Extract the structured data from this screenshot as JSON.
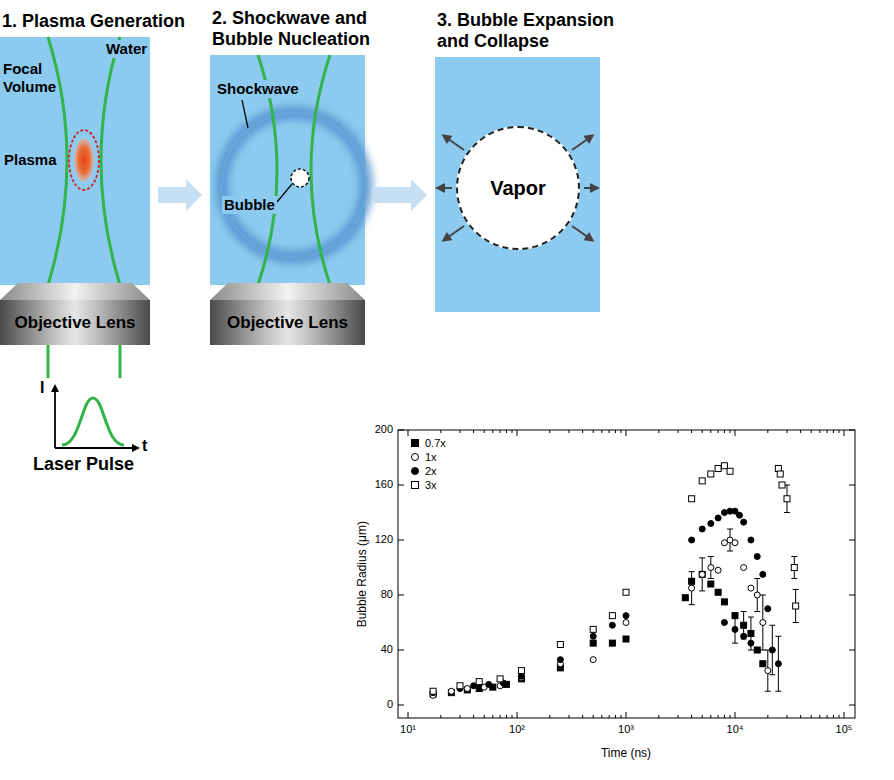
{
  "diagram": {
    "nodes": [
      {
        "text": [
          "1. Plasma Generation"
        ]
      },
      {
        "text": [
          "Objective Lens"
        ]
      },
      {
        "text": [
          "2. Shockwave and Bubble Nucleation"
        ]
      },
      {
        "text": [
          "Objective Lens"
        ]
      },
      {
        "text": [
          "3. Bubble Expansion and Collapse"
        ]
      },
      {
        "text": [
          "Vapor"
        ],
        "in": 4
      }
    ],
    "edges": [
      {
        "from": 0,
        "to": 2,
        "arrow": "to"
      },
      {
        "from": 2,
        "to": 4,
        "arrow": "to"
      }
    ],
    "labels": [
      "Focal Volume",
      "Water",
      "Plasma",
      "I",
      "t",
      "Laser Pulse",
      "Shockwave",
      "Bubble",
      "Bubble Radius (μm)",
      "Time (ns)",
      "0",
      "40",
      "80",
      "120",
      "160",
      "200",
      "10¹",
      "10²",
      "10³",
      "10⁴",
      "10⁵"
    ],
    "legend": [
      {
        "text": "0.7x"
      },
      {
        "text": "1x"
      },
      {
        "text": "2x"
      },
      {
        "text": "3x"
      }
    ]
  }
}
